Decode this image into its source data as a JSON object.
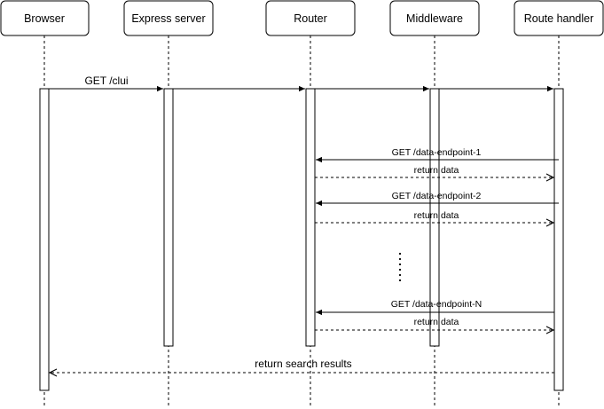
{
  "participants": [
    {
      "id": "browser",
      "label": "Browser"
    },
    {
      "id": "express",
      "label": "Express server"
    },
    {
      "id": "router",
      "label": "Router"
    },
    {
      "id": "middleware",
      "label": "Middleware"
    },
    {
      "id": "handler",
      "label": "Route handler"
    }
  ],
  "messages": {
    "get_clui": "GET /clui",
    "get_endpoint_1": "GET /data-endpoint-1",
    "return_data_1": "return data",
    "get_endpoint_2": "GET /data-endpoint-2",
    "return_data_2": "return data",
    "get_endpoint_n": "GET /data-endpoint-N",
    "return_data_n": "return data",
    "return_results": "return search results"
  },
  "ellipsis": "continuation-dots"
}
